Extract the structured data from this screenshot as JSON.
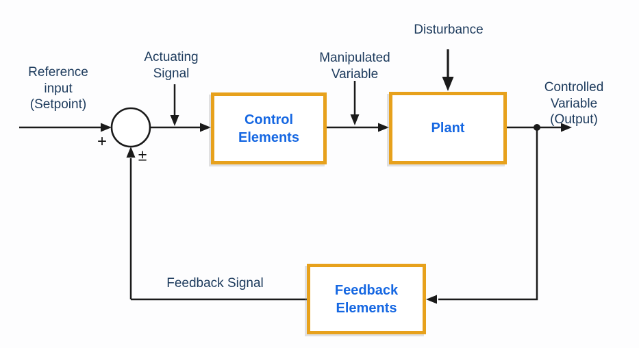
{
  "diagram": {
    "kind": "closed-loop-control-system-block-diagram",
    "blocks": {
      "control": {
        "label": "Control\nElements"
      },
      "plant": {
        "label": "Plant"
      },
      "feedback": {
        "label": "Feedback\nElements"
      }
    },
    "labels": {
      "reference_input": "Reference\ninput\n(Setpoint)",
      "actuating_signal": "Actuating\nSignal",
      "manipulated_variable": "Manipulated\nVariable",
      "disturbance": "Disturbance",
      "controlled_variable": "Controlled\nVariable (Output)",
      "feedback_signal": "Feedback Signal"
    },
    "signs": {
      "sum_positive": "+",
      "sum_plus_minus": "±"
    },
    "colors": {
      "box_border": "#E7A11C",
      "box_label": "#1567E2",
      "annotation_text": "#1C3A5C",
      "wire": "#1A1A1A"
    }
  }
}
